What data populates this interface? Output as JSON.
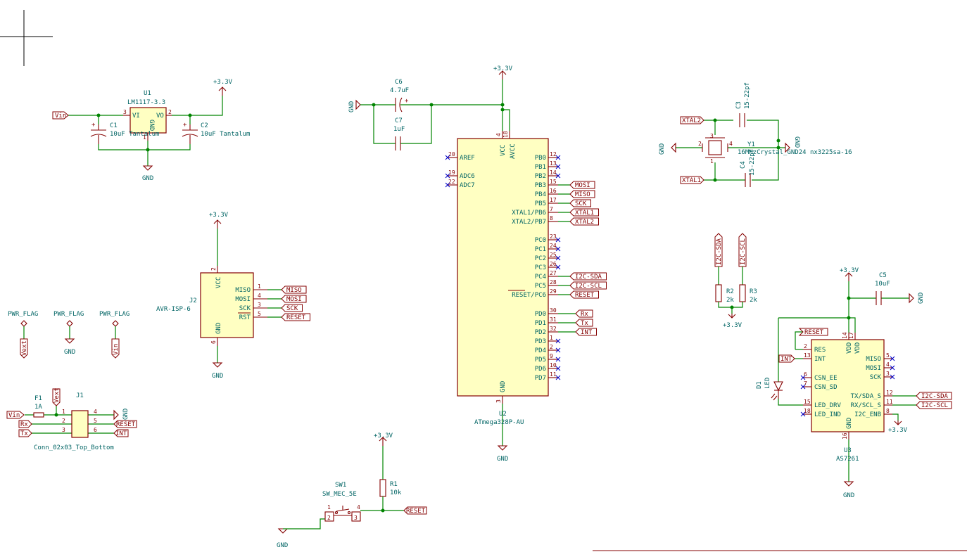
{
  "power": {
    "v33": "+3.3V",
    "gnd": "GND",
    "pwr_flag": "PWR_FLAG"
  },
  "u1": {
    "ref": "U1",
    "value": "LM1117-3.3",
    "pins": {
      "vi": "VI",
      "vo": "VO",
      "gnd": "GND",
      "n3": "3",
      "n2": "2",
      "n1": "1"
    }
  },
  "c1": {
    "ref": "C1",
    "value": "10uF Tantalum"
  },
  "c2": {
    "ref": "C2",
    "value": "10uF Tantalum"
  },
  "c6": {
    "ref": "C6",
    "value": "4.7uF"
  },
  "c7": {
    "ref": "C7",
    "value": "1uF"
  },
  "c3": {
    "ref": "C3",
    "value": "15-22pf"
  },
  "c4": {
    "ref": "C4",
    "value": "15-22pf"
  },
  "c5": {
    "ref": "C5",
    "value": "10uF"
  },
  "y1": {
    "ref": "Y1",
    "value": "16MHzCrystal_GND24 nx3225sa-16",
    "pins": [
      "1",
      "2",
      "3",
      "4"
    ]
  },
  "j2": {
    "ref": "J2",
    "value": "AVR-ISP-6",
    "pins": [
      {
        "name": "MISO",
        "num": "1"
      },
      {
        "name": "MOSI",
        "num": "4"
      },
      {
        "name": "SCK",
        "num": "3"
      },
      {
        "name": "RST",
        "num": "5"
      }
    ],
    "vcc": "VCC",
    "vcc_num": "2",
    "gnd": "GND",
    "gnd_num": "6"
  },
  "u2": {
    "ref": "U2",
    "value": "ATmega328P-AU",
    "top_pins": [
      {
        "name": "VCC",
        "num": "4"
      },
      {
        "name": "AVCC",
        "num": "18"
      }
    ],
    "bottom_pin": {
      "name": "GND",
      "num": "3"
    },
    "left_pins": [
      {
        "name": "AREF",
        "num": "20"
      },
      {
        "name": "ADC6",
        "num": "19"
      },
      {
        "name": "ADC7",
        "num": "22"
      }
    ],
    "right_pins": [
      {
        "name": "PB0",
        "num": "12"
      },
      {
        "name": "PB1",
        "num": "13"
      },
      {
        "name": "PB2",
        "num": "14"
      },
      {
        "name": "PB3",
        "num": "15"
      },
      {
        "name": "PB4",
        "num": "16"
      },
      {
        "name": "PB5",
        "num": "17"
      },
      {
        "name": "XTAL1/PB6",
        "num": "7"
      },
      {
        "name": "XTAL2/PB7",
        "num": "8"
      },
      {
        "name": "PC0",
        "num": "23"
      },
      {
        "name": "PC1",
        "num": "24"
      },
      {
        "name": "PC2",
        "num": "25"
      },
      {
        "name": "PC3",
        "num": "26"
      },
      {
        "name": "PC4",
        "num": "27"
      },
      {
        "name": "PC5",
        "num": "28"
      },
      {
        "name": "RESET/PC6",
        "num": "29"
      },
      {
        "name": "PD0",
        "num": "30"
      },
      {
        "name": "PD1",
        "num": "31"
      },
      {
        "name": "PD2",
        "num": "32"
      },
      {
        "name": "PD3",
        "num": "1"
      },
      {
        "name": "PD4",
        "num": "2"
      },
      {
        "name": "PD5",
        "num": "9"
      },
      {
        "name": "PD6",
        "num": "10"
      },
      {
        "name": "PD7",
        "num": "11"
      }
    ]
  },
  "u3": {
    "ref": "U3",
    "value": "AS7261",
    "top_pins": [
      {
        "name": "VDD",
        "num": "14"
      },
      {
        "name": "VDD",
        "num": "17"
      }
    ],
    "bottom_pin": {
      "name": "GND",
      "num": "16"
    },
    "left_pins": [
      {
        "name": "RES",
        "num": "2"
      },
      {
        "name": "INT",
        "num": "13"
      },
      {
        "name": "CSN_EE",
        "num": "6"
      },
      {
        "name": "CSN_SD",
        "num": "7"
      },
      {
        "name": "LED_DRV",
        "num": "15"
      },
      {
        "name": "LED_IND",
        "num": "18"
      }
    ],
    "right_pins": [
      {
        "name": "MISO",
        "num": "5"
      },
      {
        "name": "MOSI",
        "num": "4"
      },
      {
        "name": "SCK",
        "num": "3"
      },
      {
        "name": "TX/SDA_S",
        "num": "12"
      },
      {
        "name": "RX/SCL_S",
        "num": "11"
      },
      {
        "name": "I2C_ENB",
        "num": "8"
      }
    ]
  },
  "r1": {
    "ref": "R1",
    "value": "10k"
  },
  "r2": {
    "ref": "R2",
    "value": "2k"
  },
  "r3": {
    "ref": "R3",
    "value": "2k"
  },
  "d1": {
    "ref": "D1",
    "value": "LED"
  },
  "f1": {
    "ref": "F1",
    "value": "1A"
  },
  "sw1": {
    "ref": "SW1",
    "value": "SW_MEC_5E",
    "pins": [
      "1",
      "2",
      "3",
      "4"
    ]
  },
  "j1": {
    "ref": "J1",
    "value": "Conn_02x03_Top_Bottom",
    "pins": [
      "1",
      "2",
      "3",
      "4",
      "5",
      "6"
    ]
  },
  "labels": {
    "vin": "Vin",
    "vext": "Vext",
    "rx": "Rx",
    "tx": "Tx",
    "reset": "RESET",
    "int": "INT",
    "miso": "MISO",
    "mosi": "MOSI",
    "sck": "SCK",
    "xtal1": "XTAL1",
    "xtal2": "XTAL2",
    "i2c_sda": "I2C-SDA",
    "i2c_scl": "I2C-SCL"
  }
}
